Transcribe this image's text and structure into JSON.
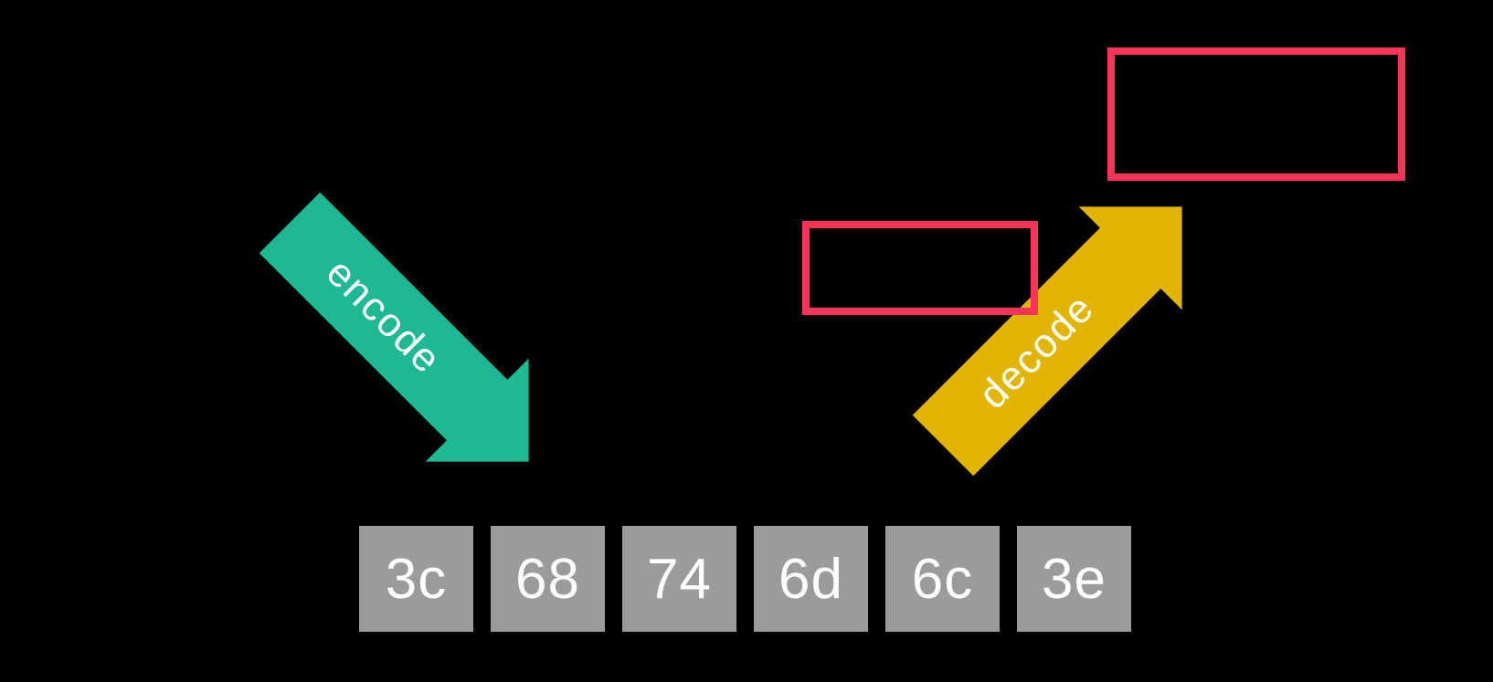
{
  "colors": {
    "background": "#000000",
    "encode-arrow": "#1eb894",
    "decode-arrow": "#e2b505",
    "placeholder-outline": "#fa3458",
    "byte-box": "#9b9b9b",
    "byte-text": "#ffffff"
  },
  "arrows": {
    "encode": {
      "label": "encode"
    },
    "decode": {
      "label": "decode"
    }
  },
  "hex_bytes": {
    "values": [
      "3c",
      "68",
      "74",
      "6d",
      "6c",
      "3e"
    ]
  }
}
